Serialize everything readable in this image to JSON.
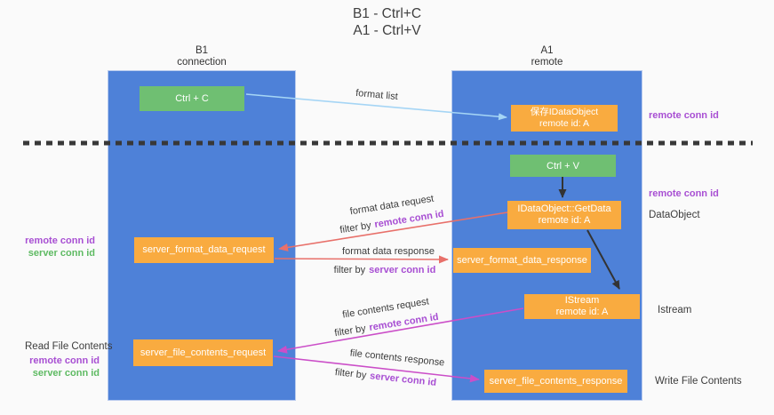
{
  "title": {
    "line1": "B1 - Ctrl+C",
    "line2": "A1 - Ctrl+V"
  },
  "columns": {
    "b1": {
      "name": "B1",
      "role": "connection"
    },
    "a1": {
      "name": "A1",
      "role": "remote"
    }
  },
  "nodes": {
    "ctrl_c": {
      "label": "Ctrl + C"
    },
    "save_dataobject": {
      "line1": "保存IDataObject",
      "line2": "remote id: A"
    },
    "ctrl_v": {
      "label": "Ctrl + V"
    },
    "getdata": {
      "line1": "IDataObject::GetData",
      "line2": "remote id: A"
    },
    "format_request": {
      "label": "server_format_data_request"
    },
    "format_response": {
      "label": "server_format_data_response"
    },
    "istream": {
      "line1": "IStream",
      "line2": "remote id: A"
    },
    "file_request": {
      "label": "server_file_contents_request"
    },
    "file_response": {
      "label": "server_file_contents_response"
    }
  },
  "arrow_labels": {
    "format_list": "format list",
    "format_data_request": "format data request",
    "format_data_response": "format data response",
    "file_contents_request": "file contents request",
    "file_contents_response": "file contents response",
    "filter_by": "filter by",
    "remote_conn_id": "remote conn id",
    "server_conn_id": "server conn id"
  },
  "side_labels": {
    "left": {
      "remote_conn_id": "remote conn id",
      "server_conn_id": "server conn id",
      "read_file_contents": "Read File Contents",
      "remote_conn_id2": "remote conn id",
      "server_conn_id2": "server conn id"
    },
    "right": {
      "remote_conn_id_top": "remote conn id",
      "remote_conn_id_mid": "remote conn id",
      "dataobject": "DataObject",
      "istream": "Istream",
      "write_file_contents": "Write File Contents"
    }
  },
  "colors": {
    "column_blue": "#4e81d8",
    "box_green": "#6fbf72",
    "box_orange": "#f9ab40",
    "arrow_red": "#e8706a",
    "arrow_magenta": "#cb4ec8",
    "arrow_lightblue": "#a5d5f5",
    "arrow_black": "#333333",
    "text_purple": "#a84fd3",
    "text_green": "#5eba62",
    "background": "#fafafa"
  }
}
